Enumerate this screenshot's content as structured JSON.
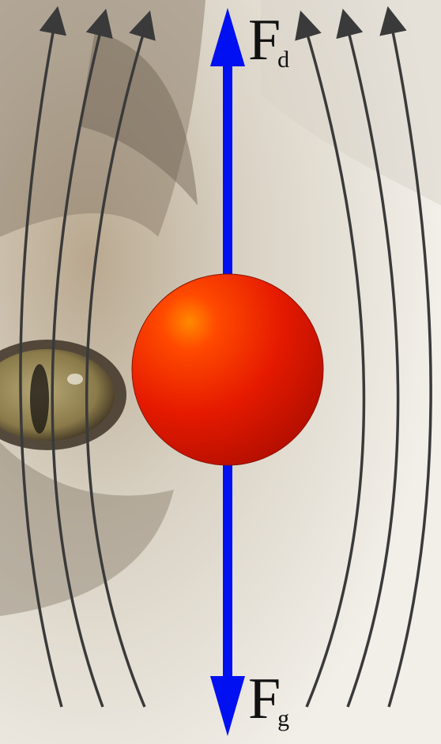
{
  "forces": {
    "upward": {
      "symbol": "F",
      "subscript": "d"
    },
    "downward": {
      "symbol": "F",
      "subscript": "g"
    }
  },
  "colors": {
    "force_arrow": "#0010f0",
    "sphere": "#e51a00",
    "sphere_highlight": "#ff8a00",
    "flow_lines": "#3a3a3a"
  },
  "background": "cat-face-photo",
  "flow": {
    "direction": "up",
    "lines_per_side": 3
  }
}
